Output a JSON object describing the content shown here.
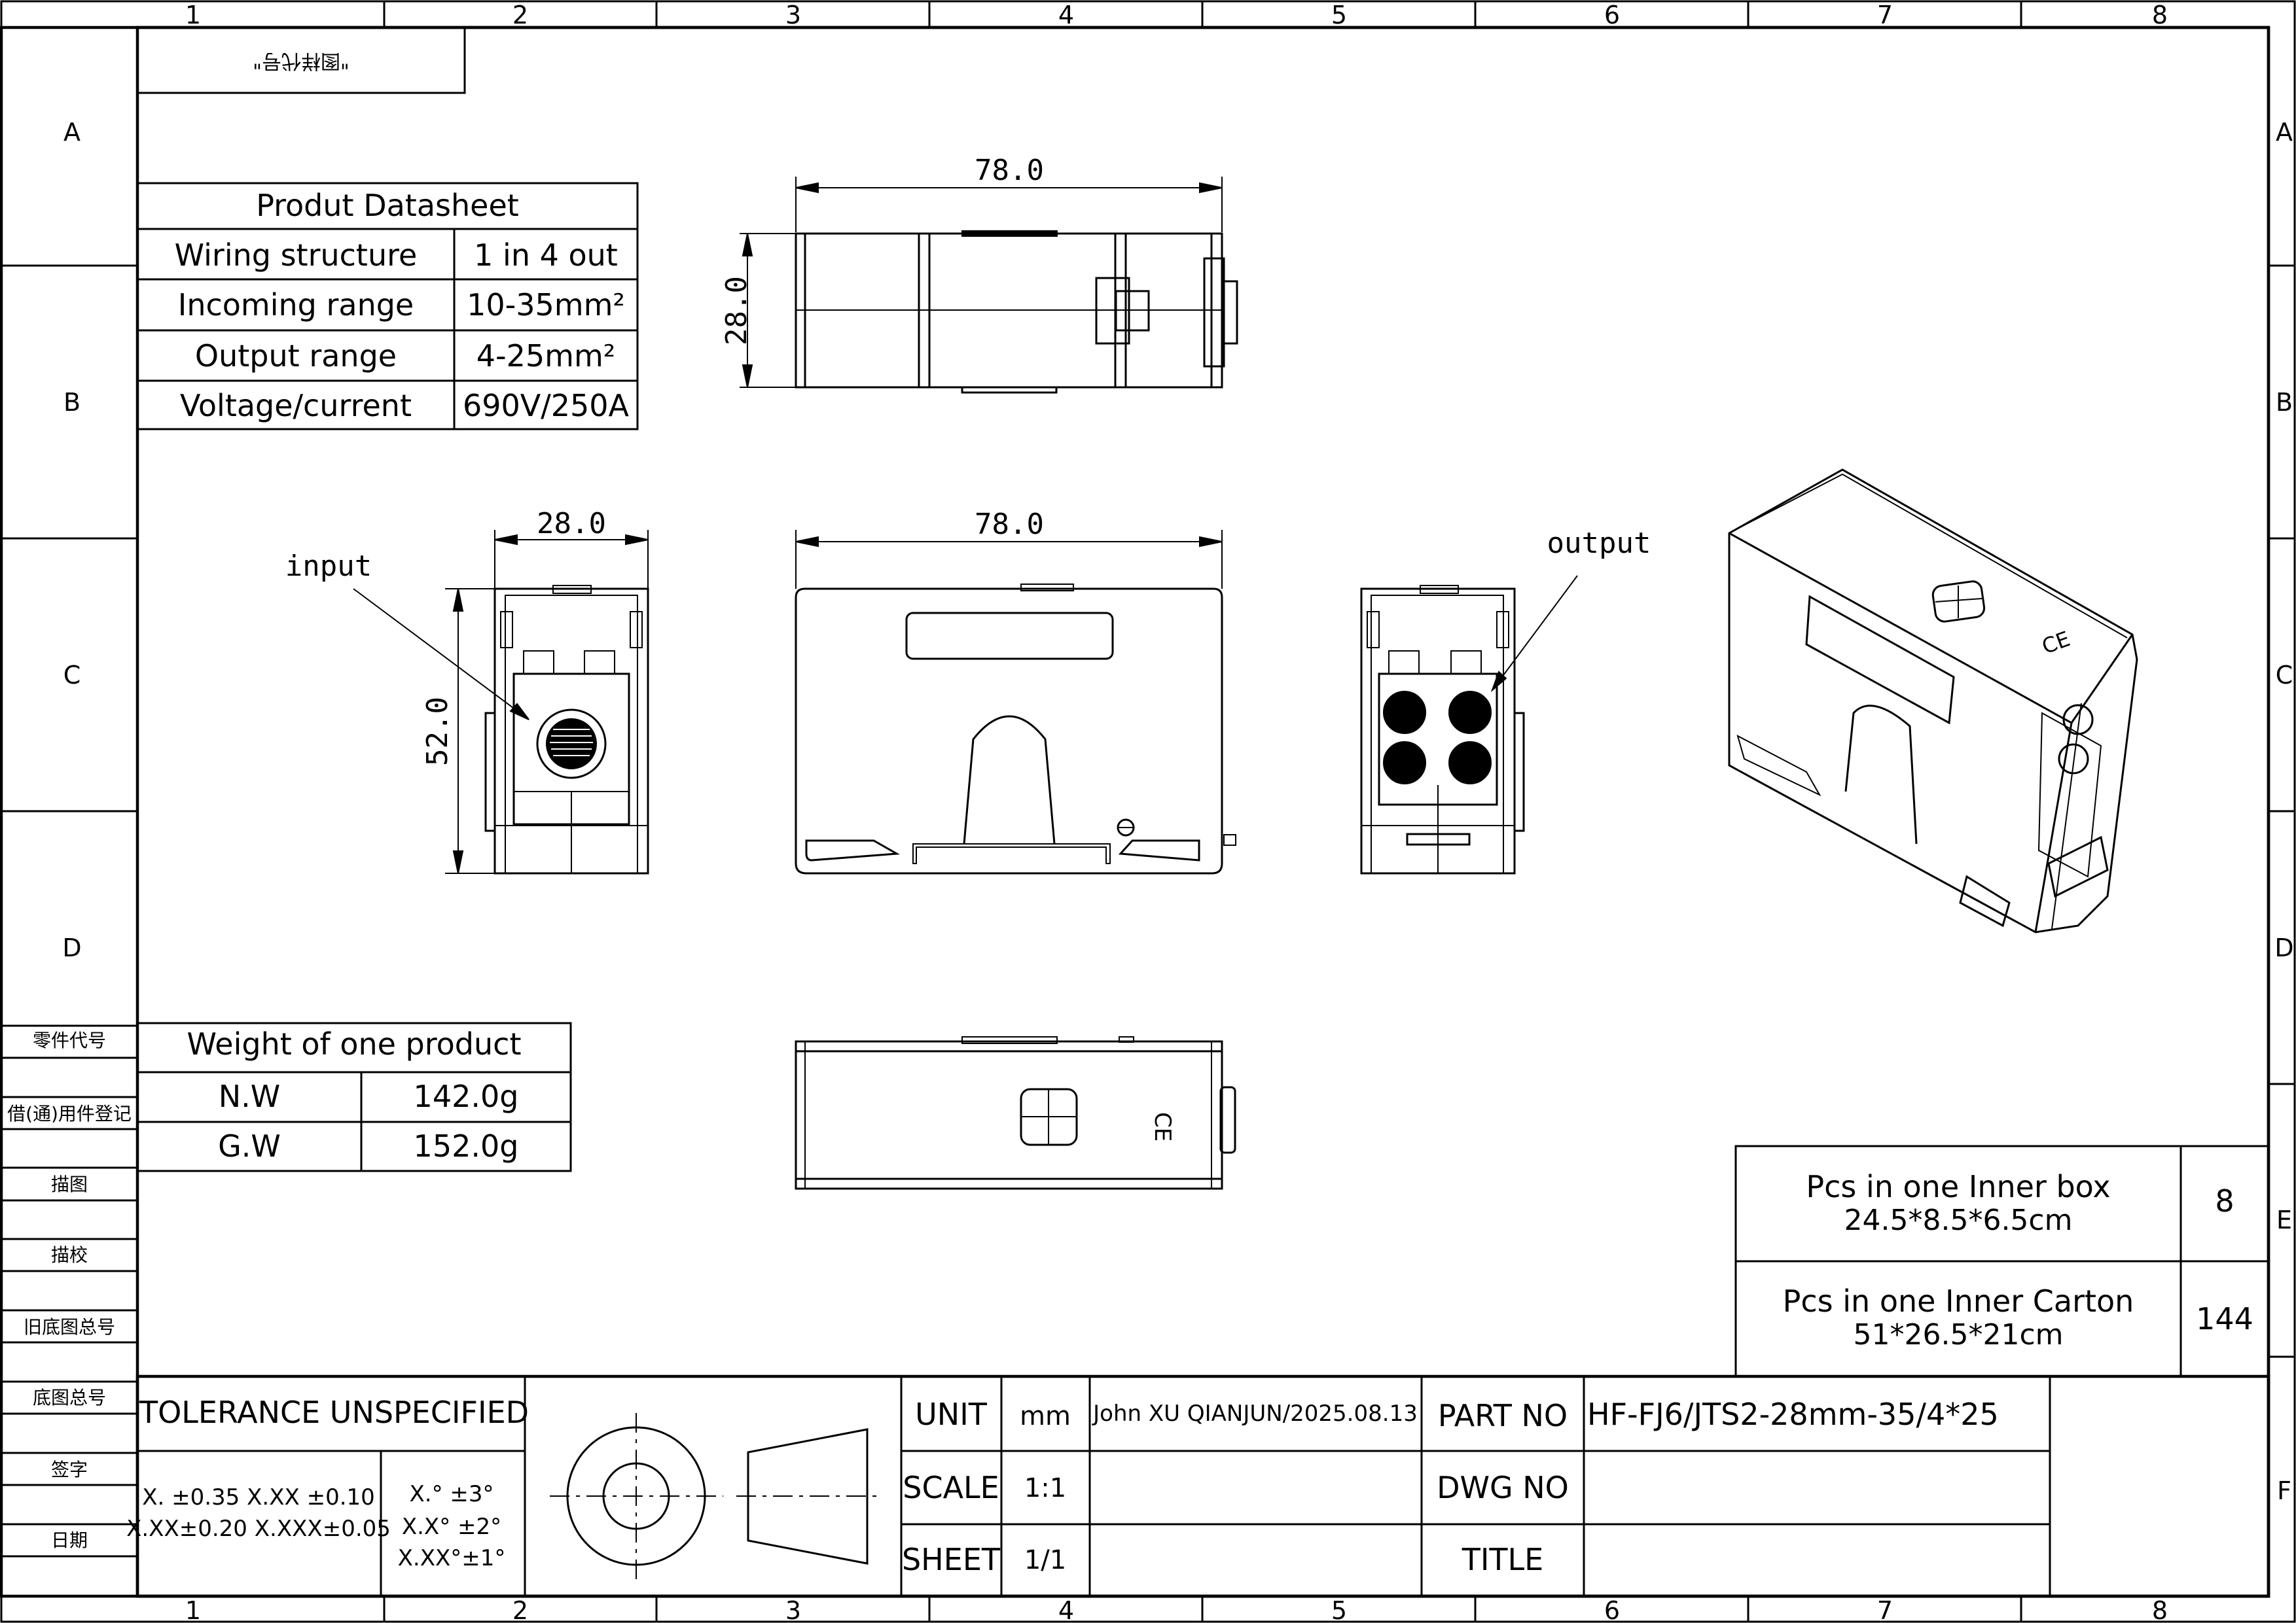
{
  "frame": {
    "columns": [
      "1",
      "2",
      "3",
      "4",
      "5",
      "6",
      "7",
      "8"
    ],
    "rows": [
      "A",
      "B",
      "C",
      "D",
      "E",
      "F"
    ]
  },
  "drawing_no_mirrored": "\"图样代号\"",
  "datasheet": {
    "title": "Produt Datasheet",
    "rows": [
      {
        "label": "Wiring structure",
        "value": "1 in 4 out"
      },
      {
        "label": "Incoming range",
        "value": "10-35mm²"
      },
      {
        "label": "Output range",
        "value": "4-25mm²"
      },
      {
        "label": "Voltage/current",
        "value": "690V/250A"
      }
    ]
  },
  "weight": {
    "title": "Weight of one product",
    "rows": [
      {
        "label": "N.W",
        "value": "142.0g"
      },
      {
        "label": "G.W",
        "value": "152.0g"
      }
    ]
  },
  "dimensions": {
    "top_width": "78.0",
    "top_height": "28.0",
    "side_width": "28.0",
    "side_height": "52.0",
    "front_width": "78.0"
  },
  "callouts": {
    "input": "input",
    "output": "output"
  },
  "packaging": [
    {
      "line1": "Pcs in one Inner box",
      "line2": "24.5*8.5*6.5cm",
      "qty": "8"
    },
    {
      "line1": "Pcs in one Inner Carton",
      "line2": "51*26.5*21cm",
      "qty": "144"
    }
  ],
  "left_strip": [
    "零件代号",
    "借(通)用件登记",
    "描图",
    "描校",
    "旧底图总号",
    "底图总号",
    "签字",
    "日期"
  ],
  "title_block": {
    "tolerance_title": "TOLERANCE UNSPECIFIED",
    "tol_linear_1": "X. ±0.35  X.XX ±0.10",
    "tol_linear_2": "X.XX±0.20  X.XXX±0.05",
    "tol_angle_1": "X.° ±3°",
    "tol_angle_2": "X.X° ±2°",
    "tol_angle_3": "X.XX°±1°",
    "unit_label": "UNIT",
    "unit_value": "mm",
    "scale_label": "SCALE",
    "scale_value": "1:1",
    "sheet_label": "SHEET",
    "sheet_value": "1/1",
    "author": "John XU QIANJUN/2025.08.13",
    "part_no_label": "PART NO",
    "part_no": "HF-FJ6/JTS2-28mm-35/4*25",
    "dwg_no_label": "DWG NO",
    "dwg_no": "",
    "title_label": "TITLE",
    "title_value": ""
  }
}
